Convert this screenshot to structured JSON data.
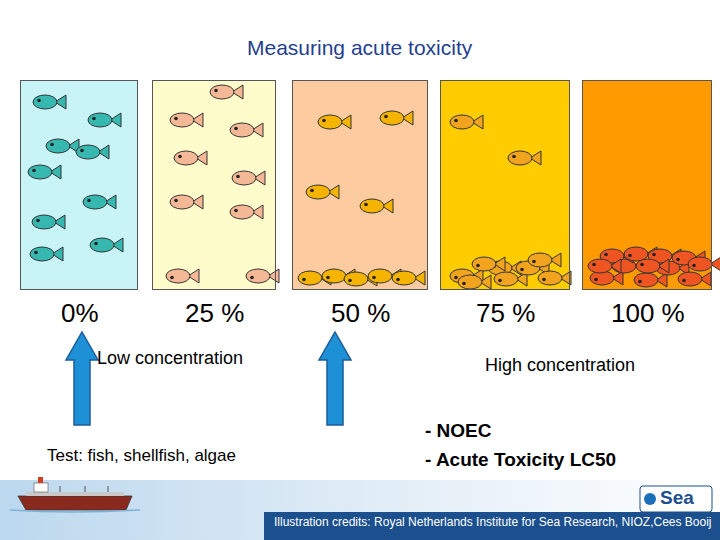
{
  "diagram": {
    "title": "Measuring acute toxicity",
    "nodes": [
      {
        "text": [
          "0%"
        ]
      },
      {
        "text": [
          "25 %"
        ]
      },
      {
        "text": [
          "50 %"
        ]
      },
      {
        "text": [
          "75 %"
        ]
      },
      {
        "text": [
          "100 %"
        ]
      }
    ],
    "labels": [
      "Low concentration",
      "High concentration",
      "Test: fish, shellfish, algae",
      "- NOEC",
      "- Acute Toxicity LC50",
      "Illustration credits: Royal Netherlands Institute for Sea Research, NIOZ,Cees Booij",
      "Sea"
    ]
  }
}
